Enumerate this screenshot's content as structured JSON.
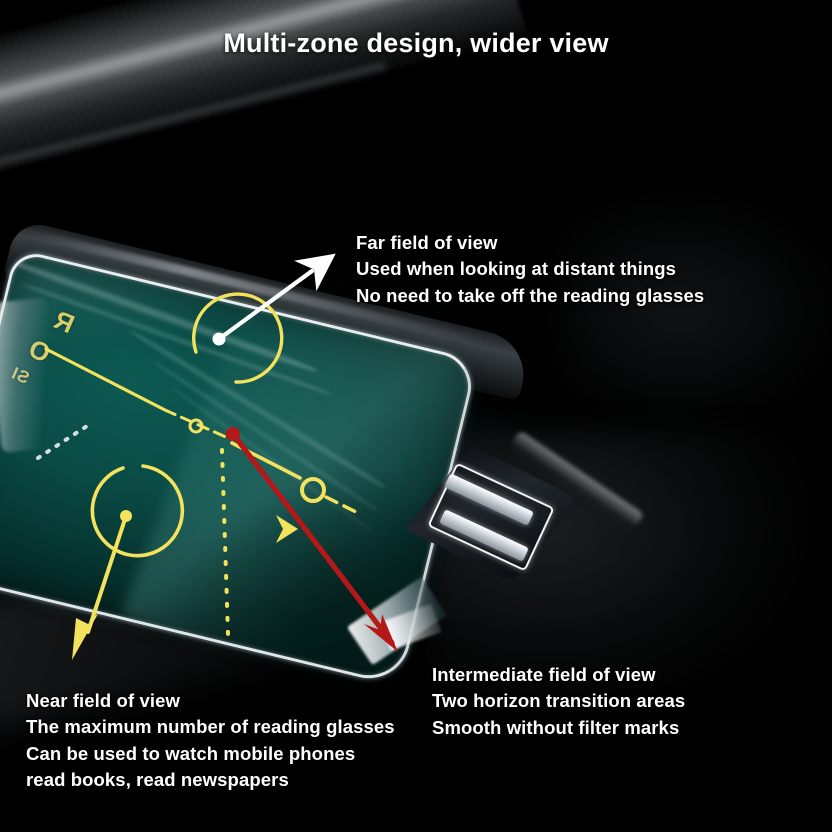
{
  "title": "Multi-zone design, wider view",
  "product": {
    "type": "progressive-multifocal-reading-glasses",
    "lens_color_hex": "#0a4a45",
    "frame_rim_color_hex": "#e8eef2",
    "brow_color_hex": "#2a3034",
    "background_hex": "#000000"
  },
  "annotations": {
    "accent_yellow_hex": "#f2e25c",
    "accent_red_hex": "#b41818",
    "accent_white_hex": "#ffffff"
  },
  "lens_marks": {
    "brand_letter_1": "R",
    "brand_letter_2": "O",
    "brand_letter_3": "SI"
  },
  "callouts": [
    {
      "id": "far-field",
      "arrow_color": "#ffffff",
      "lines": [
        "Far field of view",
        "Used when looking at distant things",
        "No need to take off the reading glasses"
      ]
    },
    {
      "id": "near-field",
      "arrow_color": "#f2e25c",
      "lines": [
        "Near field of view",
        "The maximum number of reading glasses",
        "Can be used to watch mobile phones",
        "read books, read newspapers"
      ]
    },
    {
      "id": "intermediate-field",
      "arrow_color": "#b41818",
      "lines": [
        "Intermediate field of view",
        "Two horizon transition areas",
        "Smooth without filter marks"
      ]
    }
  ]
}
